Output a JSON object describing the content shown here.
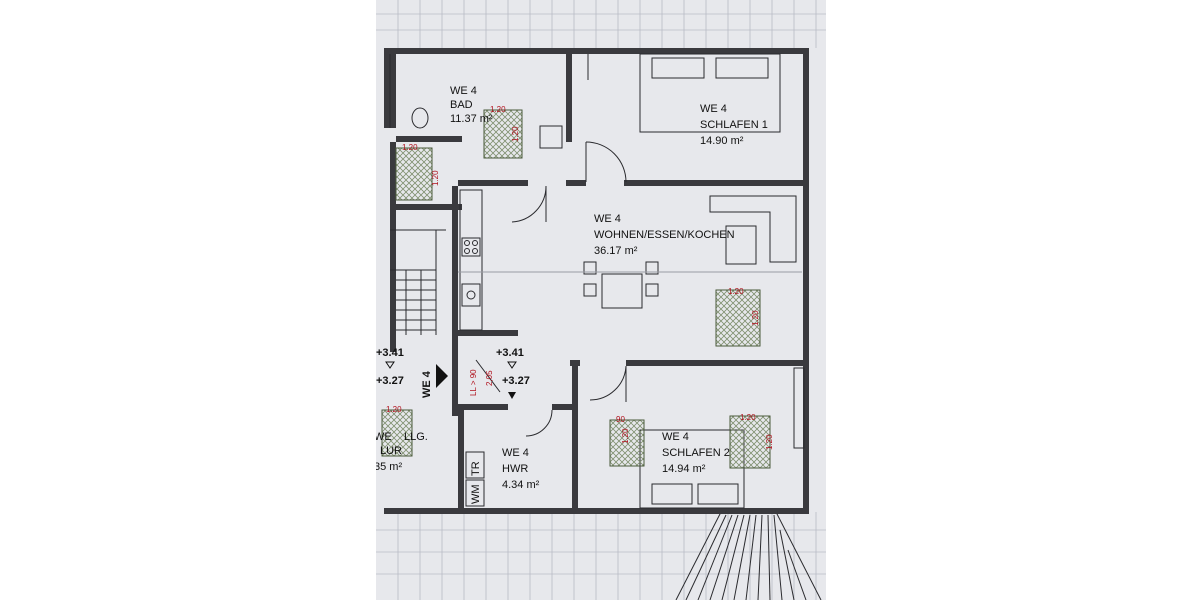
{
  "rooms": {
    "bad": {
      "unit": "WE 4",
      "name": "BAD",
      "area": "11.37 m²"
    },
    "schlafen1": {
      "unit": "WE 4",
      "name": "SCHLAFEN 1",
      "area": "14.90 m²"
    },
    "wohnen": {
      "unit": "WE 4",
      "name": "WOHNEN/ESSEN/KOCHEN",
      "area": "36.17 m²"
    },
    "hwr": {
      "unit": "WE 4",
      "name": "HWR",
      "area": "4.34 m²"
    },
    "schlafen2": {
      "unit": "WE 4",
      "name": "SCHLAFEN 2",
      "area": "14.94 m²"
    },
    "flur_partial": {
      "line1": "WE",
      "line2": "LLG.",
      "line3": "LUR",
      "area": "35 m²"
    }
  },
  "entrance_label": "WE 4",
  "levels": {
    "left_upper": "+3.41",
    "left_lower": "+3.27",
    "mid_upper": "+3.41",
    "mid_lower": "+3.27"
  },
  "door_dims": {
    "width": "LL > 90",
    "height": "2,05"
  },
  "tile_dims": {
    "a": "1.20",
    "b": "1.20",
    "c": "90"
  },
  "fixtures": {
    "tr": "TR",
    "wm": "WM"
  },
  "colors": {
    "paper": "#e7e8ec",
    "line": "#2a2a2e",
    "grid": "#b9bcc6",
    "dim": "#b0101c",
    "tile": "#8a9a7a"
  }
}
